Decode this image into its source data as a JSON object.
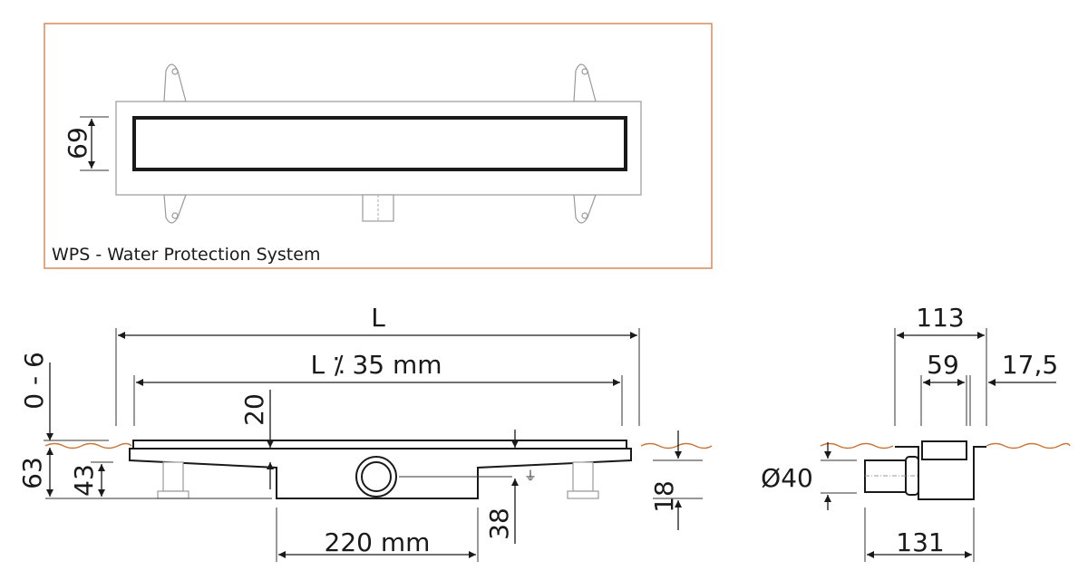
{
  "top_view": {
    "caption": "WPS - Water Protection System",
    "width_dim": "69",
    "frame_color": "#d98a5a"
  },
  "side_view": {
    "length": "L",
    "grate_length": "L ⁒ 35 mm",
    "adjust_range": "0 - 6",
    "total_height": "63",
    "foot_height": "43",
    "top_offset": "20",
    "outlet_height": "38",
    "channel_width": "220 mm",
    "floor_height": "18"
  },
  "end_view": {
    "width": "113",
    "inner_width": "59",
    "flange": "17,5",
    "pipe_diameter": "Ø40",
    "outlet_length": "131"
  }
}
